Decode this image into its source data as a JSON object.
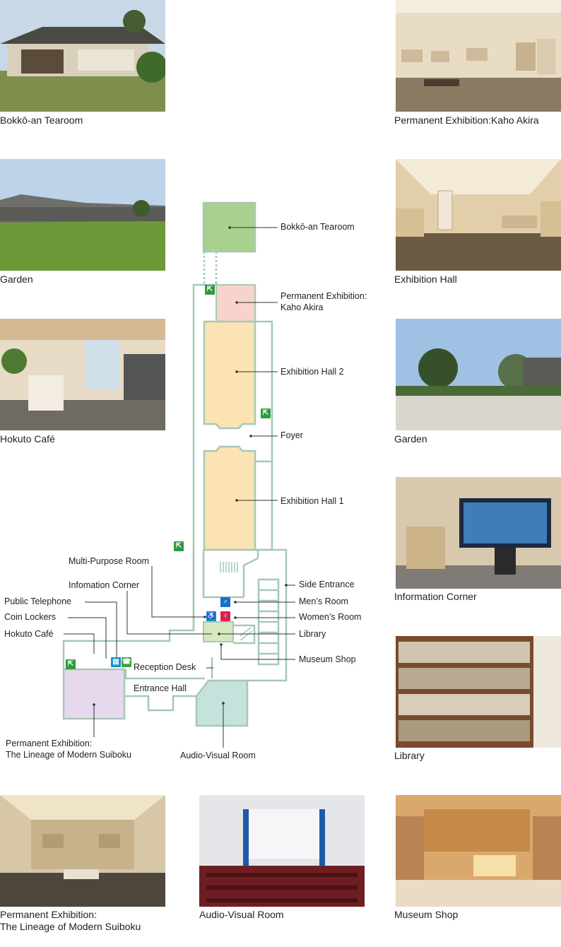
{
  "photo_captions": {
    "bokko_an": "Bokkō-an Tearoom",
    "permanent_kaho": "Permanent Exhibition:Kaho Akira",
    "garden_left": "Garden",
    "exhibition_hall": "Exhibition Hall",
    "hokuto_cafe": "Hokuto Café",
    "garden_right": "Garden",
    "information_corner": "Information Corner",
    "library": "Library",
    "suiboku_line1": "Permanent Exhibition:",
    "suiboku_line2": "The Lineage of Modern Suiboku",
    "audio_visual": "Audio-Visual Room",
    "museum_shop": "Museum Shop"
  },
  "map_labels": {
    "bokko_an": "Bokkō-an Tearoom",
    "kaho_line1": "Permanent Exhibition:",
    "kaho_line2": "Kaho Akira",
    "hall2": "Exhibition Hall 2",
    "foyer": "Foyer",
    "hall1": "Exhibition Hall 1",
    "multi_purpose": "Multi-Purpose Room",
    "info_corner": "Infomation Corner",
    "side_entrance": "Side Entrance",
    "public_telephone": "Public Telephone",
    "mens_room": "Men’s Room",
    "coin_lockers": "Coin Lockers",
    "womens_room": "Women’s Room",
    "hokuto_cafe": "Hokuto Café",
    "library": "Library",
    "reception_desk": "Reception Desk",
    "museum_shop": "Museum Shop",
    "entrance_hall": "Entrance Hall",
    "suiboku_line1": "Permanent Exhibition:",
    "suiboku_line2": "The Lineage of Modern Suiboku",
    "audio_visual": "Audio-Visual Room"
  },
  "room_colors": {
    "tearoom": "#a9d18e",
    "kaho": "#f7d3cc",
    "exhibition": "#fbe3b3",
    "suiboku": "#e6d9ee",
    "audio_visual": "#c5e3dc",
    "library": "#d6e8c0",
    "wall": "#a6c8b8"
  },
  "icons": {
    "emergency_exit": "emergency-exit-icon",
    "accessible": "wheelchair-icon",
    "mens": "mens-room-icon",
    "womens": "womens-room-icon",
    "locker": "coin-locker-icon",
    "telephone": "telephone-icon"
  }
}
